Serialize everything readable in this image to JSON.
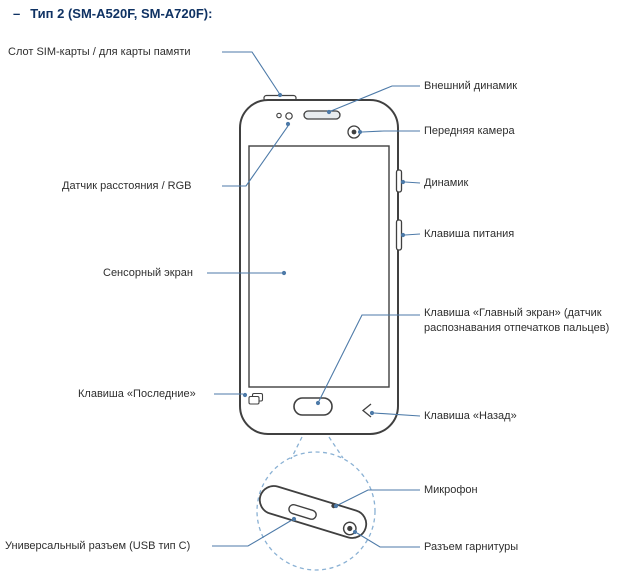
{
  "title": {
    "bullet": "–",
    "text": "Тип 2 (SM-A520F, SM-A720F):"
  },
  "labels": {
    "sim_slot": "Слот SIM-карты / для карты памяти",
    "external_speaker": "Внешний динамик",
    "front_camera": "Передняя камера",
    "proximity_rgb": "Датчик расстояния / RGB",
    "speaker": "Динамик",
    "power_key": "Клавиша питания",
    "touchscreen": "Сенсорный экран",
    "home_key": "Клавиша «Главный экран» (датчик распознавания отпечатков пальцев)",
    "recents_key": "Клавиша «Последние»",
    "back_key": "Клавиша «Назад»",
    "microphone": "Микрофон",
    "usb_connector": "Универсальный разъем (USB тип C)",
    "headset_jack": "Разъем гарнитуры"
  },
  "colors": {
    "title": "#0f3263",
    "label": "#2e2e2e",
    "callout": "#4d7aa8",
    "outline": "#404040",
    "dashed": "#8ab1d4"
  }
}
